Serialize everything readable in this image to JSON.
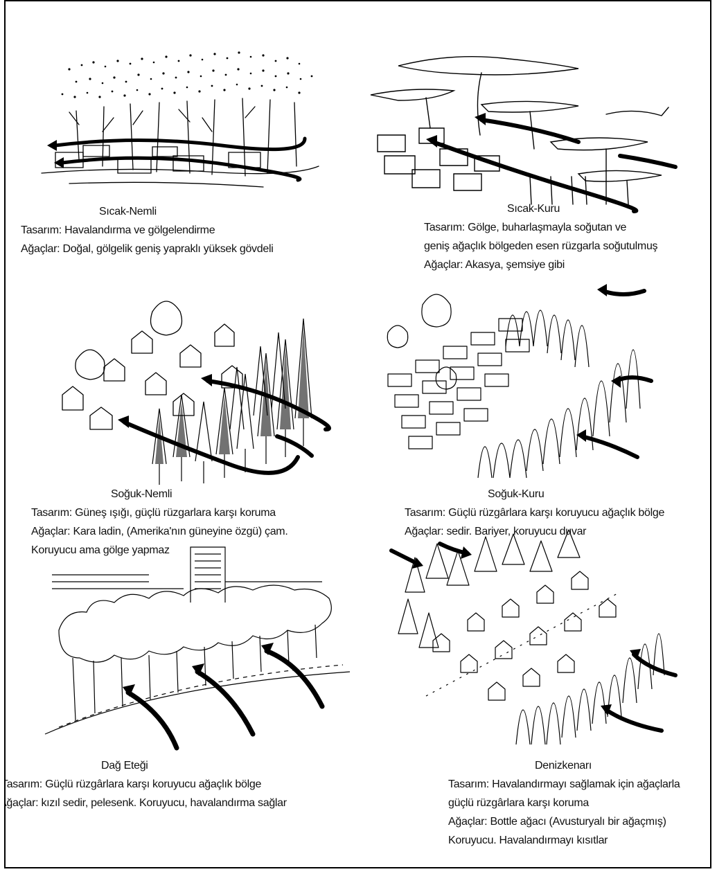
{
  "panels": [
    {
      "id": "sicak-nemli",
      "title": "Sıcak-Nemli",
      "lines": [
        "Tasarım: Havalandırma ve gölgelendirme",
        "Ağaçlar: Doğal, gölgelik geniş yapraklı yüksek gövdeli"
      ]
    },
    {
      "id": "sicak-kuru",
      "title": "Sıcak-Kuru",
      "lines": [
        "Tasarım: Gölge, buharlaşmayla soğutan ve",
        "geniş ağaçlık bölgeden esen rüzgarla soğutulmuş",
        "Ağaçlar: Akasya, şemsiye gibi"
      ]
    },
    {
      "id": "soguk-nemli",
      "title": "Soğuk-Nemli",
      "lines": [
        "Tasarım: Güneş ışığı, güçlü rüzgarlara karşı koruma",
        "Ağaçlar: Kara ladin, (Amerika'nın güneyine özgü) çam.",
        "Koruyucu ama gölge yapmaz"
      ]
    },
    {
      "id": "soguk-kuru",
      "title": "Soğuk-Kuru",
      "lines": [
        "Tasarım: Güçlü rüzgârlara karşı koruyucu ağaçlık bölge",
        "Ağaçlar: sedir. Bariyer, koruyucu duvar"
      ]
    },
    {
      "id": "dag-etegi",
      "title": "Dağ Eteği",
      "lines": [
        "Tasarım: Güçlü rüzgârlara karşı koruyucu ağaçlık bölge",
        "Ağaçlar: kızıl sedir, pelesenk. Koruyucu, havalandırma sağlar"
      ]
    },
    {
      "id": "denizkenari",
      "title": "Denizkenarı",
      "lines": [
        "Tasarım: Havalandırmayı sağlamak için ağaçlarla",
        "güçlü rüzgârlara karşı koruma",
        "Ağaçlar: Bottle ağacı (Avusturyalı bir ağaçmış)",
        "Koruyucu. Havalandırmayı kısıtlar"
      ]
    }
  ]
}
